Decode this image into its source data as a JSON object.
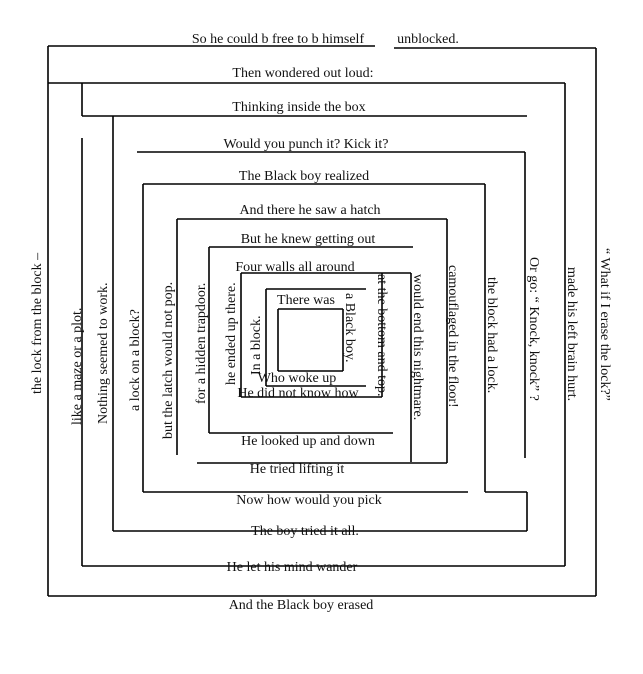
{
  "poem": {
    "lines": [
      "So he could b free to b himself",
      "unblocked.",
      "Then wondered out loud:",
      "Thinking inside the box",
      "Would you punch it? Kick it?",
      "The Black boy realized",
      "And there he saw a hatch",
      "But he knew getting out",
      "Four walls all around",
      "There was",
      "a Black boy.",
      "Who woke up",
      "In a block.",
      "He did not know how",
      "he ended up there.",
      "at the bottom and top.",
      "He looked up and down",
      "for a hidden trapdoor.",
      "would end this nightmare.",
      "He tried lifting it",
      "but the latch would not pop.",
      "camouflaged in the floor!",
      "Now how would you pick",
      "a lock on a block?",
      "the block had a lock.",
      "The boy tried it all.",
      "Nothing seemed to work.",
      "Or go: “ Knock, knock” ?",
      "He let his mind wander",
      "like a maze or a plot.",
      "made his left brain hurt.",
      "And the Black boy erased",
      "the lock from the block –",
      "“ What if I erase the lock?”"
    ]
  }
}
